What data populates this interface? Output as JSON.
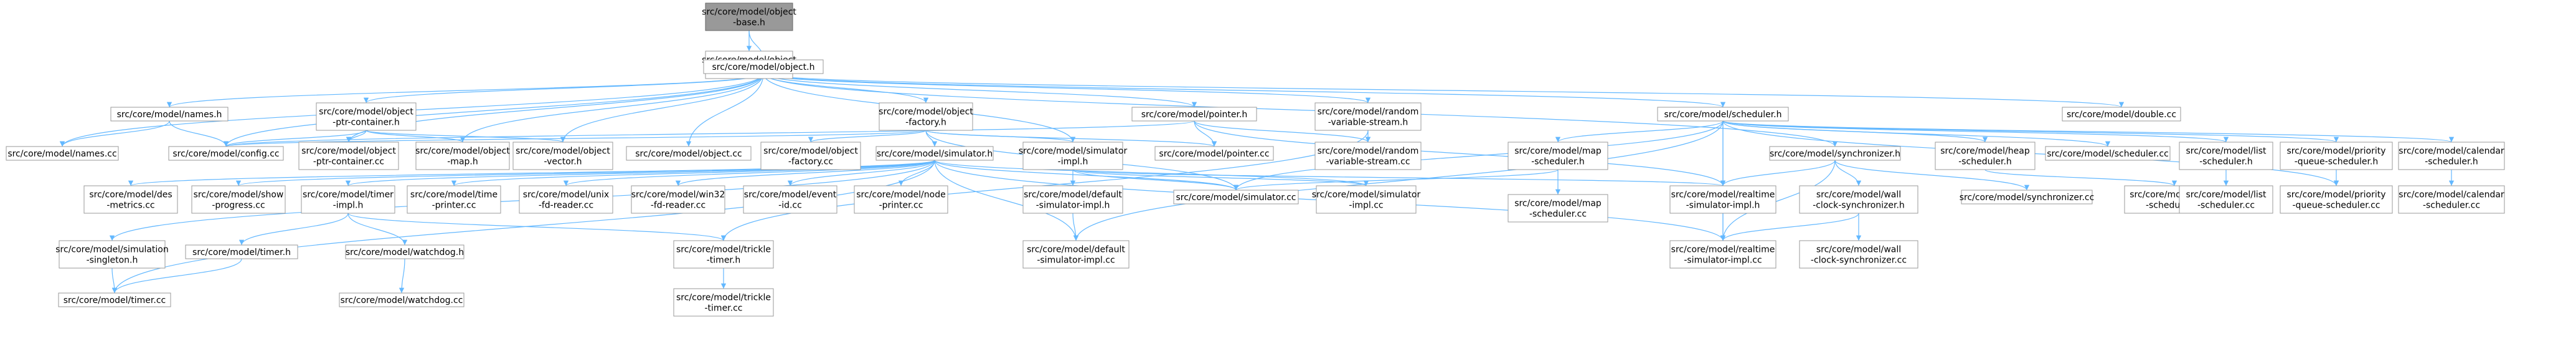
{
  "nodes": [
    {
      "id": "object_base_h",
      "lines": [
        "src/core/model/object",
        "-base.h"
      ],
      "highlight": true
    },
    {
      "id": "object_base_cc",
      "lines": [
        "src/core/model/object",
        "-base.cc"
      ]
    },
    {
      "id": "object_h",
      "lines": [
        "src/core/model/object.h"
      ]
    },
    {
      "id": "names_h",
      "lines": [
        "src/core/model/names.h"
      ]
    },
    {
      "id": "names_cc",
      "lines": [
        "src/core/model/names.cc"
      ]
    },
    {
      "id": "config_cc",
      "lines": [
        "src/core/model/config.cc"
      ]
    },
    {
      "id": "object_ptr_container_h",
      "lines": [
        "src/core/model/object",
        "-ptr-container.h"
      ]
    },
    {
      "id": "object_ptr_container_cc",
      "lines": [
        "src/core/model/object",
        "-ptr-container.cc"
      ]
    },
    {
      "id": "object_map_h",
      "lines": [
        "src/core/model/object",
        "-map.h"
      ]
    },
    {
      "id": "object_vector_h",
      "lines": [
        "src/core/model/object",
        "-vector.h"
      ]
    },
    {
      "id": "object_cc",
      "lines": [
        "src/core/model/object.cc"
      ]
    },
    {
      "id": "object_factory_h",
      "lines": [
        "src/core/model/object",
        "-factory.h"
      ]
    },
    {
      "id": "object_factory_cc",
      "lines": [
        "src/core/model/object",
        "-factory.cc"
      ]
    },
    {
      "id": "simulator_h",
      "lines": [
        "src/core/model/simulator.h"
      ]
    },
    {
      "id": "simulator_impl_h",
      "lines": [
        "src/core/model/simulator",
        "-impl.h"
      ]
    },
    {
      "id": "pointer_h",
      "lines": [
        "src/core/model/pointer.h"
      ]
    },
    {
      "id": "pointer_cc",
      "lines": [
        "src/core/model/pointer.cc"
      ]
    },
    {
      "id": "random_variable_stream_h",
      "lines": [
        "src/core/model/random",
        "-variable-stream.h"
      ]
    },
    {
      "id": "random_variable_stream_cc",
      "lines": [
        "src/core/model/random",
        "-variable-stream.cc"
      ]
    },
    {
      "id": "scheduler_h",
      "lines": [
        "src/core/model/scheduler.h"
      ]
    },
    {
      "id": "double_cc",
      "lines": [
        "src/core/model/double.cc"
      ]
    },
    {
      "id": "map_scheduler_h",
      "lines": [
        "src/core/model/map",
        "-scheduler.h"
      ]
    },
    {
      "id": "map_scheduler_cc",
      "lines": [
        "src/core/model/map",
        "-scheduler.cc"
      ]
    },
    {
      "id": "synchronizer_h",
      "lines": [
        "src/core/model/synchronizer.h"
      ]
    },
    {
      "id": "synchronizer_cc",
      "lines": [
        "src/core/model/synchronizer.cc"
      ]
    },
    {
      "id": "heap_scheduler_h",
      "lines": [
        "src/core/model/heap",
        "-scheduler.h"
      ]
    },
    {
      "id": "heap_scheduler_cc",
      "lines": [
        "src/core/model/heap",
        "-scheduler.cc"
      ]
    },
    {
      "id": "scheduler_cc",
      "lines": [
        "src/core/model/scheduler.cc"
      ]
    },
    {
      "id": "list_scheduler_h",
      "lines": [
        "src/core/model/list",
        "-scheduler.h"
      ]
    },
    {
      "id": "list_scheduler_cc",
      "lines": [
        "src/core/model/list",
        "-scheduler.cc"
      ]
    },
    {
      "id": "priority_queue_scheduler_h",
      "lines": [
        "src/core/model/priority",
        "-queue-scheduler.h"
      ]
    },
    {
      "id": "priority_queue_scheduler_cc",
      "lines": [
        "src/core/model/priority",
        "-queue-scheduler.cc"
      ]
    },
    {
      "id": "calendar_scheduler_h",
      "lines": [
        "src/core/model/calendar",
        "-scheduler.h"
      ]
    },
    {
      "id": "calendar_scheduler_cc",
      "lines": [
        "src/core/model/calendar",
        "-scheduler.cc"
      ]
    },
    {
      "id": "des_metrics_cc",
      "lines": [
        "src/core/model/des",
        "-metrics.cc"
      ]
    },
    {
      "id": "show_progress_cc",
      "lines": [
        "src/core/model/show",
        "-progress.cc"
      ]
    },
    {
      "id": "timer_impl_h",
      "lines": [
        "src/core/model/timer",
        "-impl.h"
      ]
    },
    {
      "id": "time_printer_cc",
      "lines": [
        "src/core/model/time",
        "-printer.cc"
      ]
    },
    {
      "id": "unix_fd_reader_cc",
      "lines": [
        "src/core/model/unix",
        "-fd-reader.cc"
      ]
    },
    {
      "id": "win32_fd_reader_cc",
      "lines": [
        "src/core/model/win32",
        "-fd-reader.cc"
      ]
    },
    {
      "id": "event_id_cc",
      "lines": [
        "src/core/model/event",
        "-id.cc"
      ]
    },
    {
      "id": "node_printer_cc",
      "lines": [
        "src/core/model/node",
        "-printer.cc"
      ]
    },
    {
      "id": "default_simulator_impl_h",
      "lines": [
        "src/core/model/default",
        "-simulator-impl.h"
      ]
    },
    {
      "id": "simulator_cc",
      "lines": [
        "src/core/model/simulator.cc"
      ]
    },
    {
      "id": "simulator_impl_cc",
      "lines": [
        "src/core/model/simulator",
        "-impl.cc"
      ]
    },
    {
      "id": "realtime_simulator_impl_h",
      "lines": [
        "src/core/model/realtime",
        "-simulator-impl.h"
      ]
    },
    {
      "id": "wall_clock_synchronizer_h",
      "lines": [
        "src/core/model/wall",
        "-clock-synchronizer.h"
      ]
    },
    {
      "id": "simulation_singleton_h",
      "lines": [
        "src/core/model/simulation",
        "-singleton.h"
      ]
    },
    {
      "id": "timer_h",
      "lines": [
        "src/core/model/timer.h"
      ]
    },
    {
      "id": "watchdog_h",
      "lines": [
        "src/core/model/watchdog.h"
      ]
    },
    {
      "id": "trickle_timer_h",
      "lines": [
        "src/core/model/trickle",
        "-timer.h"
      ]
    },
    {
      "id": "default_simulator_impl_cc",
      "lines": [
        "src/core/model/default",
        "-simulator-impl.cc"
      ]
    },
    {
      "id": "realtime_simulator_impl_cc",
      "lines": [
        "src/core/model/realtime",
        "-simulator-impl.cc"
      ]
    },
    {
      "id": "wall_clock_synchronizer_cc",
      "lines": [
        "src/core/model/wall",
        "-clock-synchronizer.cc"
      ]
    },
    {
      "id": "timer_cc",
      "lines": [
        "src/core/model/timer.cc"
      ]
    },
    {
      "id": "watchdog_cc",
      "lines": [
        "src/core/model/watchdog.cc"
      ]
    },
    {
      "id": "trickle_timer_cc",
      "lines": [
        "src/core/model/trickle",
        "-timer.cc"
      ]
    }
  ],
  "edges": [
    [
      "object_base_h",
      "object_base_cc"
    ],
    [
      "object_base_h",
      "object_h"
    ],
    [
      "object_h",
      "names_h"
    ],
    [
      "object_h",
      "names_cc"
    ],
    [
      "object_h",
      "config_cc"
    ],
    [
      "object_h",
      "object_ptr_container_h"
    ],
    [
      "object_h",
      "object_ptr_container_cc"
    ],
    [
      "object_h",
      "object_map_h"
    ],
    [
      "object_h",
      "object_vector_h"
    ],
    [
      "object_h",
      "object_cc"
    ],
    [
      "object_h",
      "object_factory_h"
    ],
    [
      "object_h",
      "simulator_impl_h"
    ],
    [
      "object_h",
      "pointer_h"
    ],
    [
      "object_h",
      "random_variable_stream_h"
    ],
    [
      "object_h",
      "scheduler_h"
    ],
    [
      "object_h",
      "double_cc"
    ],
    [
      "object_h",
      "synchronizer_h"
    ],
    [
      "names_h",
      "names_cc"
    ],
    [
      "names_h",
      "config_cc"
    ],
    [
      "object_ptr_container_h",
      "config_cc"
    ],
    [
      "object_ptr_container_h",
      "object_ptr_container_cc"
    ],
    [
      "object_ptr_container_h",
      "object_map_h"
    ],
    [
      "object_ptr_container_h",
      "object_vector_h"
    ],
    [
      "object_factory_h",
      "config_cc"
    ],
    [
      "object_factory_h",
      "object_factory_cc"
    ],
    [
      "object_factory_h",
      "simulator_h"
    ],
    [
      "object_factory_h",
      "simulator_impl_h"
    ],
    [
      "object_factory_h",
      "pointer_cc"
    ],
    [
      "object_factory_h",
      "simulator_cc"
    ],
    [
      "pointer_h",
      "config_cc"
    ],
    [
      "pointer_h",
      "pointer_cc"
    ],
    [
      "pointer_h",
      "random_variable_stream_cc"
    ],
    [
      "pointer_h",
      "realtime_simulator_impl_h"
    ],
    [
      "random_variable_stream_h",
      "random_variable_stream_cc"
    ],
    [
      "random_variable_stream_h",
      "trickle_timer_h"
    ],
    [
      "scheduler_h",
      "map_scheduler_h"
    ],
    [
      "scheduler_h",
      "heap_scheduler_h"
    ],
    [
      "scheduler_h",
      "scheduler_cc"
    ],
    [
      "scheduler_h",
      "list_scheduler_h"
    ],
    [
      "scheduler_h",
      "priority_queue_scheduler_h"
    ],
    [
      "scheduler_h",
      "calendar_scheduler_h"
    ],
    [
      "scheduler_h",
      "simulator_cc"
    ],
    [
      "scheduler_h",
      "realtime_simulator_impl_h"
    ],
    [
      "scheduler_h",
      "default_simulator_impl_cc"
    ],
    [
      "scheduler_h",
      "realtime_simulator_impl_cc"
    ],
    [
      "scheduler_h",
      "priority_queue_scheduler_cc"
    ],
    [
      "map_scheduler_h",
      "map_scheduler_cc"
    ],
    [
      "map_scheduler_h",
      "simulator_cc"
    ],
    [
      "heap_scheduler_h",
      "heap_scheduler_cc"
    ],
    [
      "list_scheduler_h",
      "list_scheduler_cc"
    ],
    [
      "priority_queue_scheduler_h",
      "priority_queue_scheduler_cc"
    ],
    [
      "calendar_scheduler_h",
      "calendar_scheduler_cc"
    ],
    [
      "synchronizer_h",
      "synchronizer_cc"
    ],
    [
      "synchronizer_h",
      "realtime_simulator_impl_h"
    ],
    [
      "synchronizer_h",
      "wall_clock_synchronizer_h"
    ],
    [
      "synchronizer_h",
      "realtime_simulator_impl_cc"
    ],
    [
      "simulator_h",
      "des_metrics_cc"
    ],
    [
      "simulator_h",
      "show_progress_cc"
    ],
    [
      "simulator_h",
      "timer_impl_h"
    ],
    [
      "simulator_h",
      "time_printer_cc"
    ],
    [
      "simulator_h",
      "unix_fd_reader_cc"
    ],
    [
      "simulator_h",
      "win32_fd_reader_cc"
    ],
    [
      "simulator_h",
      "event_id_cc"
    ],
    [
      "simulator_h",
      "node_printer_cc"
    ],
    [
      "simulator_h",
      "simulator_cc"
    ],
    [
      "simulator_h",
      "simulator_impl_cc"
    ],
    [
      "simulator_h",
      "simulation_singleton_h"
    ],
    [
      "simulator_h",
      "default_simulator_impl_cc"
    ],
    [
      "simulator_h",
      "realtime_simulator_impl_cc"
    ],
    [
      "simulator_h",
      "timer_cc"
    ],
    [
      "simulator_impl_h",
      "default_simulator_impl_h"
    ],
    [
      "simulator_impl_h",
      "simulator_cc"
    ],
    [
      "simulator_impl_h",
      "simulator_impl_cc"
    ],
    [
      "simulator_impl_h",
      "realtime_simulator_impl_h"
    ],
    [
      "default_simulator_impl_h",
      "default_simulator_impl_cc"
    ],
    [
      "realtime_simulator_impl_h",
      "realtime_simulator_impl_cc"
    ],
    [
      "wall_clock_synchronizer_h",
      "wall_clock_synchronizer_cc"
    ],
    [
      "wall_clock_synchronizer_h",
      "realtime_simulator_impl_cc"
    ],
    [
      "timer_impl_h",
      "timer_h"
    ],
    [
      "timer_impl_h",
      "watchdog_h"
    ],
    [
      "timer_impl_h",
      "trickle_timer_h"
    ],
    [
      "timer_h",
      "timer_cc"
    ],
    [
      "watchdog_h",
      "watchdog_cc"
    ],
    [
      "trickle_timer_h",
      "trickle_timer_cc"
    ],
    [
      "simulation_singleton_h",
      "timer_cc"
    ]
  ]
}
